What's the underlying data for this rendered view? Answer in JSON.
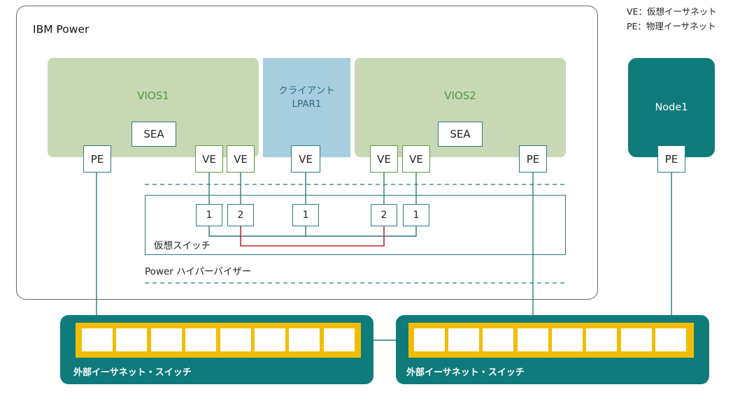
{
  "legend": {
    "ve": "VE：仮想イーサネット",
    "pe": "PE：物理イーサネット"
  },
  "ibm_power": {
    "title": "IBM Power"
  },
  "vios1": {
    "title": "VIOS1",
    "sea": "SEA",
    "pe": "PE",
    "ve_a": "VE",
    "ve_b": "VE"
  },
  "client": {
    "title_line1": "クライアント",
    "title_line2": "LPAR1",
    "ve": "VE"
  },
  "vios2": {
    "title": "VIOS2",
    "sea": "SEA",
    "pe": "PE",
    "ve_a": "VE",
    "ve_b": "VE"
  },
  "node1": {
    "title": "Node1",
    "pe": "PE"
  },
  "vswitch": {
    "label": "仮想スイッチ",
    "ports": [
      "1",
      "2",
      "1",
      "2",
      "1"
    ]
  },
  "hypervisor": {
    "label": "Power ハイパーバイザー"
  },
  "switch_left": {
    "label": "外部イーサネット・スイッチ"
  },
  "switch_right": {
    "label": "外部イーサネット・スイッチ"
  },
  "colors": {
    "teal": "#0f7b7b",
    "vios_green": "#c8d8b4",
    "vios_title": "#4a9a3c",
    "client_blue": "#a6cede",
    "switch_yellow": "#f2bd00",
    "vlan2_red": "#c0282d"
  }
}
